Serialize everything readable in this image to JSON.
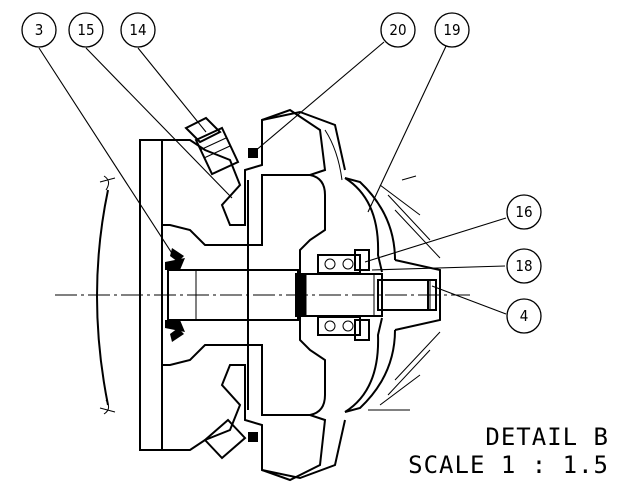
{
  "balloons": [
    {
      "id": "3",
      "label": "3"
    },
    {
      "id": "15",
      "label": "15"
    },
    {
      "id": "14",
      "label": "14"
    },
    {
      "id": "20",
      "label": "20"
    },
    {
      "id": "19",
      "label": "19"
    },
    {
      "id": "16",
      "label": "16"
    },
    {
      "id": "18",
      "label": "18"
    },
    {
      "id": "4",
      "label": "4"
    }
  ],
  "caption": {
    "title": "DETAIL B",
    "scale": "SCALE 1 : 1.5"
  }
}
